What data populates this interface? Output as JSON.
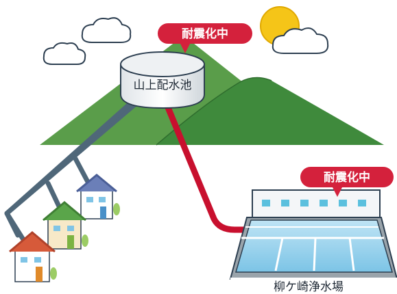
{
  "reservoir": {
    "label": "山上配水池"
  },
  "plant": {
    "label": "柳ケ崎浄水場"
  },
  "badges": {
    "reservoir_status": "耐震化中",
    "plant_status": "耐震化中"
  },
  "colors": {
    "badge": "#d4213c",
    "main_pipe": "#c8102e",
    "distribution_pipe": "#4f6779",
    "mountain_back": "#5a9d4a",
    "mountain_front": "#3f8a3c",
    "sun": "#f5c518"
  }
}
